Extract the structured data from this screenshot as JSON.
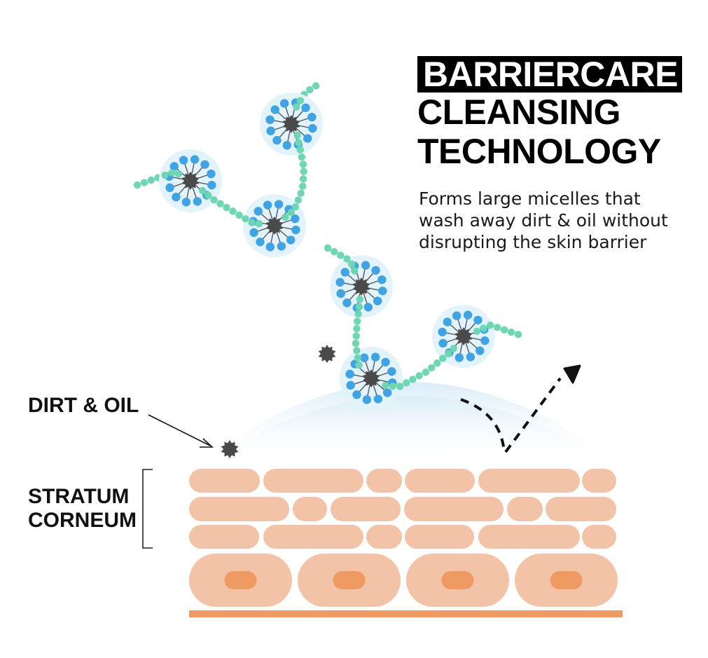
{
  "title": {
    "line1": "BARRIERCARE",
    "line2": "CLEANSING",
    "line3": "TECHNOLOGY"
  },
  "subtitle": "Forms large micelles that wash away dirt & oil without disrupting the skin barrier",
  "labels": {
    "dirt_oil": "DIRT & OIL",
    "stratum_line1": "STRATUM",
    "stratum_line2": "CORNEUM"
  },
  "colors": {
    "chain": "#6fd6b4",
    "head": "#3fa3e4",
    "micelle_halo": "#e3f3fb",
    "dirt": "#4a4a4a",
    "cell": "#f3c3a7",
    "nucleus": "#ef9a63",
    "base": "#ef9a63",
    "glow": "#dceef8"
  },
  "icons": [
    "micelle-icon",
    "dirt-particle-icon",
    "dashed-arrow-icon",
    "pointer-arrow-icon"
  ]
}
